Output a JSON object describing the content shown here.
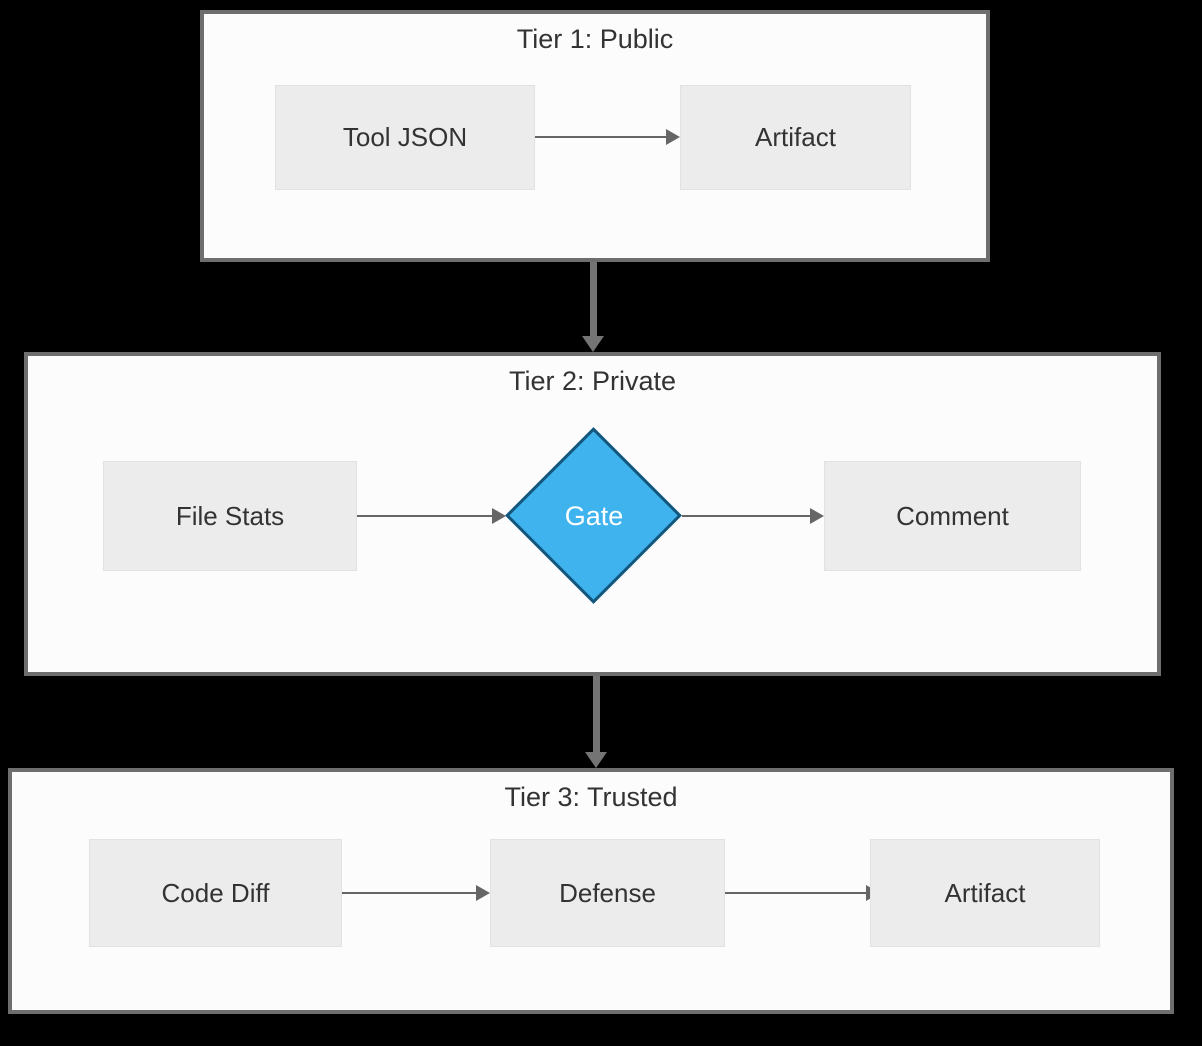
{
  "diagram": {
    "type": "flowchart",
    "direction": "top-to-bottom",
    "tiers": {
      "tier1": {
        "title": "Tier 1: Public",
        "nodes": {
          "tool_json": "Tool JSON",
          "artifact": "Artifact"
        },
        "edges": [
          [
            "Tool JSON",
            "Artifact"
          ]
        ]
      },
      "tier2": {
        "title": "Tier 2: Private",
        "nodes": {
          "file_stats": "File Stats",
          "gate": "Gate",
          "comment": "Comment"
        },
        "edges": [
          [
            "File Stats",
            "Gate"
          ],
          [
            "Gate",
            "Comment"
          ]
        ]
      },
      "tier3": {
        "title": "Tier 3: Trusted",
        "nodes": {
          "code_diff": "Code Diff",
          "defense": "Defense",
          "artifact": "Artifact"
        },
        "edges": [
          [
            "Code Diff",
            "Defense"
          ],
          [
            "Defense",
            "Artifact"
          ]
        ]
      }
    },
    "tier_edges": [
      [
        "Tier 1: Public",
        "Tier 2: Private"
      ],
      [
        "Tier 2: Private",
        "Tier 3: Trusted"
      ]
    ]
  },
  "colors": {
    "page_background": "#000000",
    "tier_fill": "#fcfcfc",
    "tier_border": "#6e6e6e",
    "node_fill": "#ececec",
    "node_border": "#e2e2e2",
    "node_text": "#333333",
    "gate_fill": "#3fb3ee",
    "gate_border": "#14557b",
    "gate_text": "#ffffff",
    "arrow": "#666666",
    "tier_connector": "#747474"
  }
}
